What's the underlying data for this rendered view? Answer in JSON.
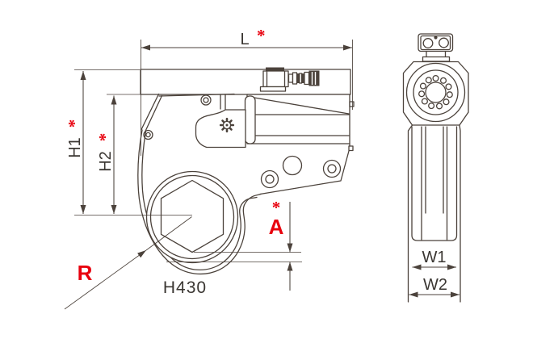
{
  "drawing": {
    "model": "H430",
    "dimensions": {
      "l": "L",
      "h1": "H1",
      "h2": "H2",
      "a": "A",
      "r": "R",
      "w1": "W1",
      "w2": "W2",
      "star": "*"
    },
    "colors": {
      "line": "#4b423b",
      "text": "#3a3632",
      "accent": "#e8000e",
      "background": "#ffffff"
    }
  }
}
